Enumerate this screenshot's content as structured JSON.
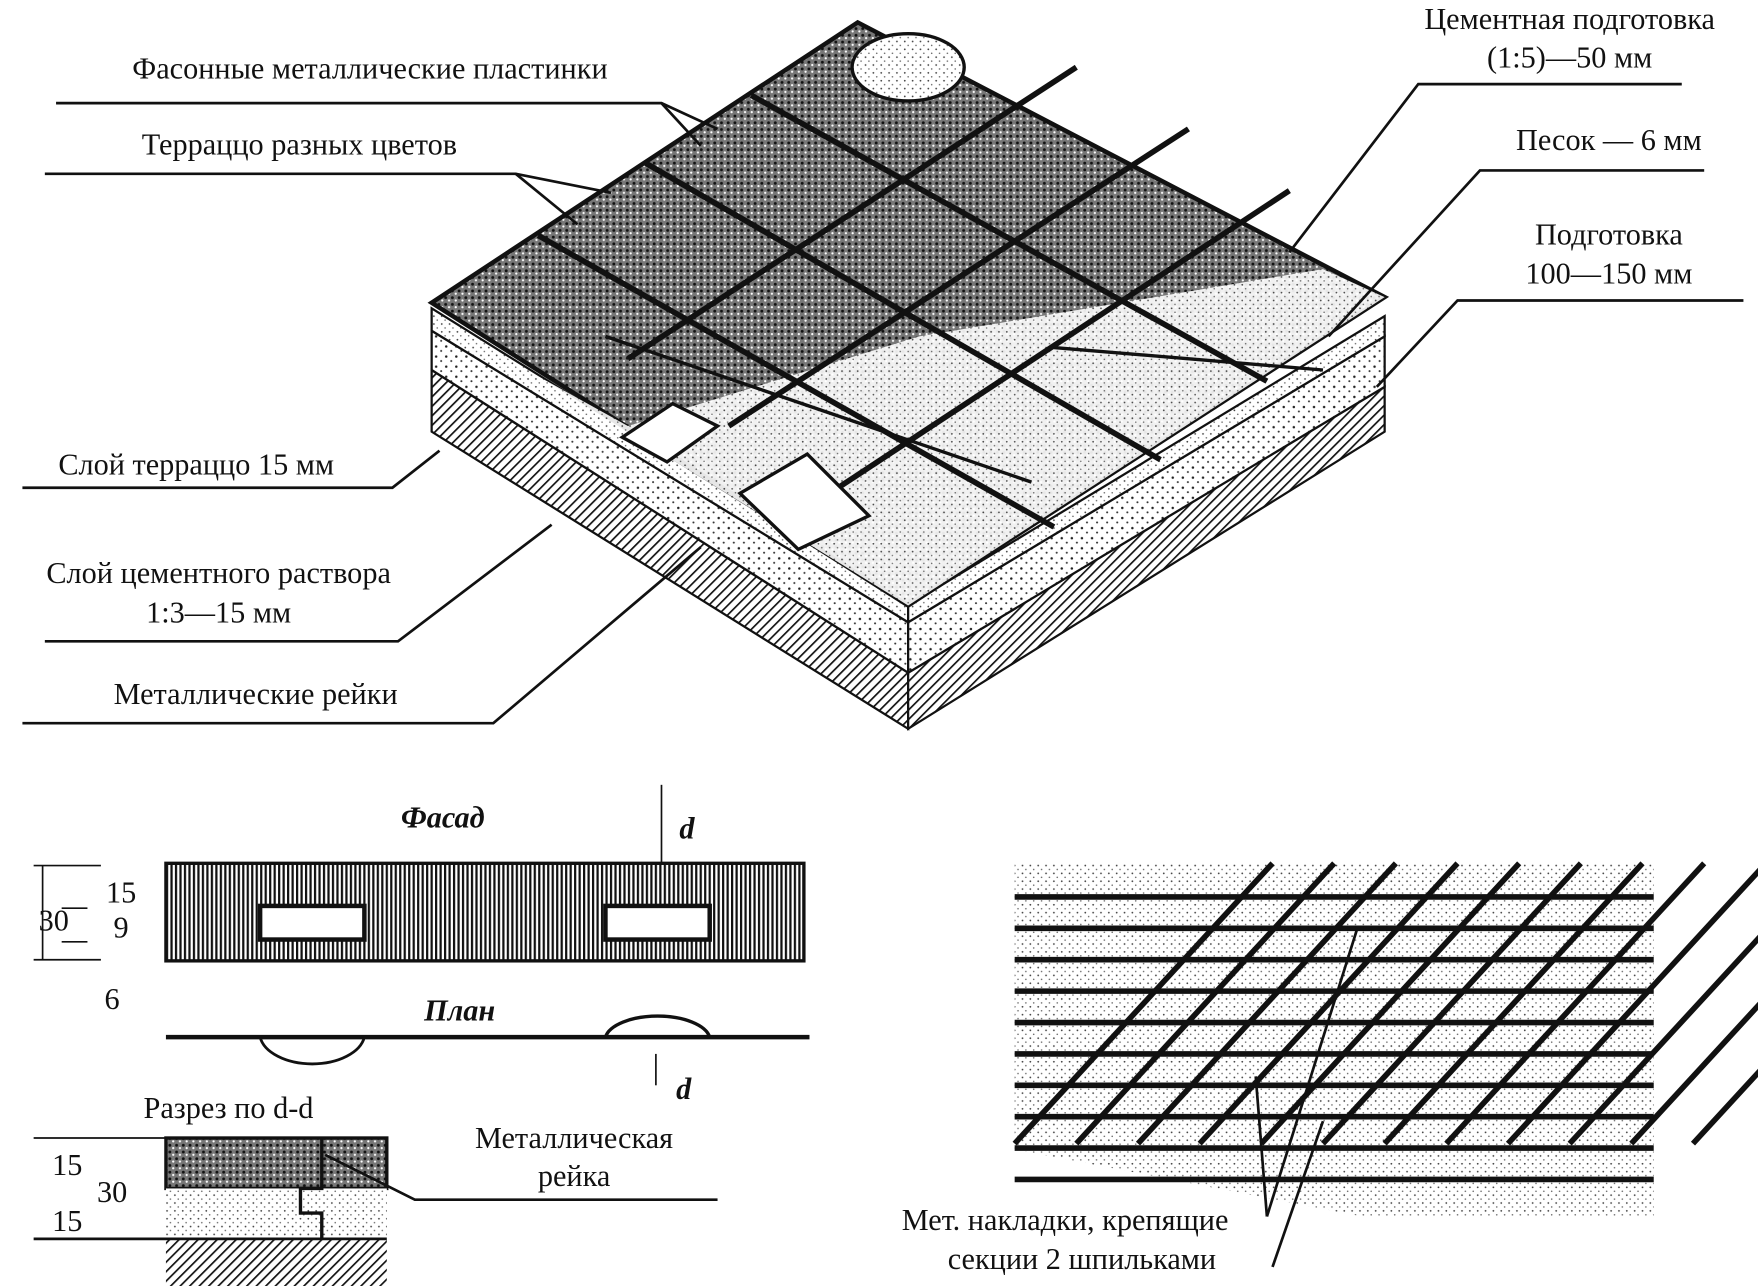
{
  "labels": {
    "shaped_plates": "Фасонные металлические пластинки",
    "terrazzo_colors": "Терраццо разных цветов",
    "cement_prep_1": "Цементная подготовка",
    "cement_prep_2": "(1:5)—50 мм",
    "sand": "Песок — 6 мм",
    "prep_1": "Подготовка",
    "prep_2": "100—150 мм",
    "terrazzo_layer": "Слой терраццо 15 мм",
    "mortar_1": "Слой цементного раствора",
    "mortar_2": "1:3—15 мм",
    "metal_strips": "Металлические рейки"
  },
  "details": {
    "facade": "Фасад",
    "plan": "План",
    "section": "Разрез по d-d",
    "cut_mark_top": "d",
    "cut_mark_bottom": "d",
    "dim_total": "30",
    "dim_top": "15",
    "dim_mid": "9",
    "dim_bottom": "6",
    "sec_dim_top": "15",
    "sec_dim_total": "30",
    "sec_dim_bottom": "15",
    "metal_strip_1": "Металлическая",
    "metal_strip_2": "рейка"
  },
  "mesh": {
    "caption_1": "Мет. накладки, крепящие",
    "caption_2": "секции 2 шпильками"
  }
}
